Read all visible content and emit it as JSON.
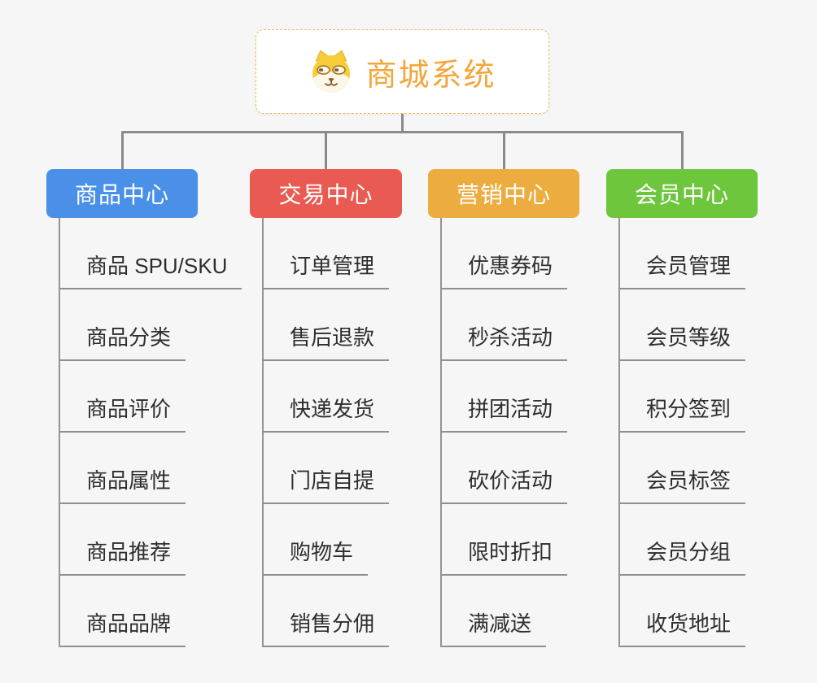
{
  "root": {
    "title": "商城系统",
    "icon": "dog-face-icon"
  },
  "branches": [
    {
      "label": "商品中心",
      "color": "#4a90e8",
      "children": [
        "商品 SPU/SKU",
        "商品分类",
        "商品评价",
        "商品属性",
        "商品推荐",
        "商品品牌"
      ]
    },
    {
      "label": "交易中心",
      "color": "#e85a52",
      "children": [
        "订单管理",
        "售后退款",
        "快递发货",
        "门店自提",
        "购物车",
        "销售分佣"
      ]
    },
    {
      "label": "营销中心",
      "color": "#edac40",
      "children": [
        "优惠券码",
        "秒杀活动",
        "拼团活动",
        "砍价活动",
        "限时折扣",
        "满减送"
      ]
    },
    {
      "label": "会员中心",
      "color": "#6ec63d",
      "children": [
        "会员管理",
        "会员等级",
        "积分签到",
        "会员标签",
        "会员分组",
        "收货地址"
      ]
    }
  ],
  "colors": {
    "background": "#f5f6f5",
    "connector": "#8a8a8a",
    "underline": "#8f8f8f",
    "root_accent": "#f2a73b",
    "root_border": "#f0b95e",
    "child_text": "#2e2e2e"
  }
}
